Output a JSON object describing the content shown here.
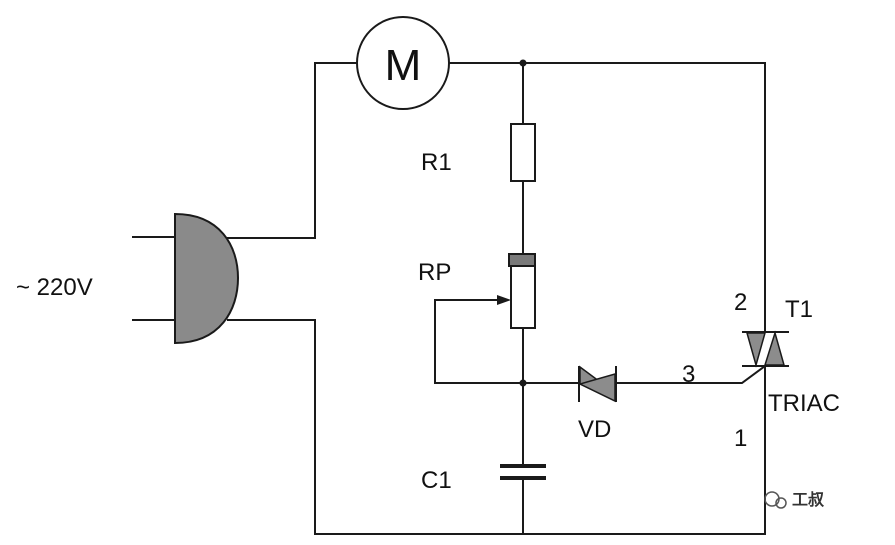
{
  "labels": {
    "source": "~ 220V",
    "motor": "M",
    "r1": "R1",
    "rp": "RP",
    "c1": "C1",
    "vd": "VD",
    "t1": "T1",
    "triac": "TRIAC",
    "pin1": "1",
    "pin2": "2",
    "pin3": "3"
  },
  "watermark": {
    "text": "工叔"
  },
  "colors": {
    "wire": "#1a1a1a",
    "plug_fill": "#8a8a8a",
    "component_fill": "#8c8c8c",
    "background": "#ffffff"
  }
}
